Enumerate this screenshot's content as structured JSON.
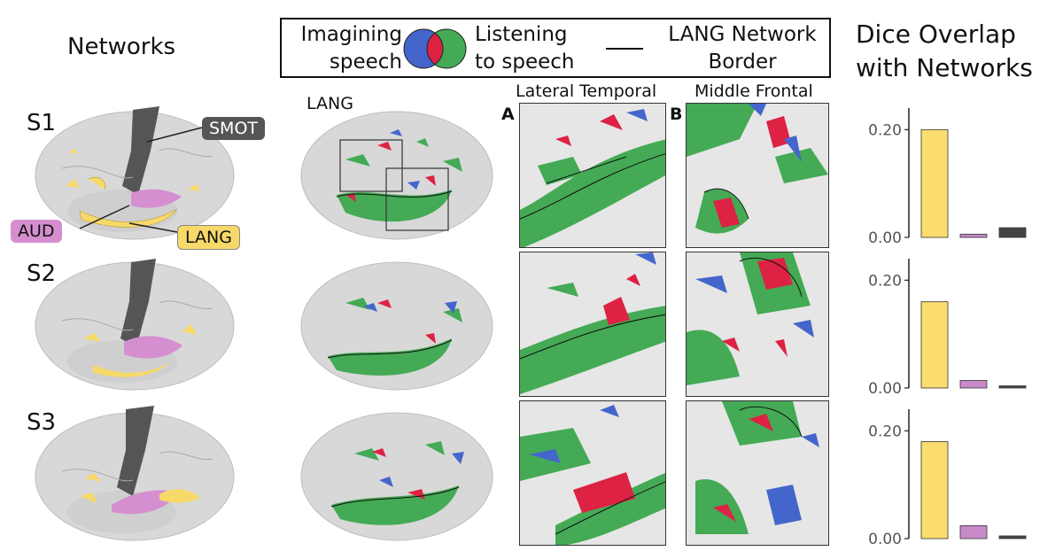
{
  "titles": {
    "networks": "Networks",
    "dice_line1": "Dice Overlap",
    "dice_line2": "with Networks"
  },
  "legend": {
    "imagining_line1": "Imagining",
    "imagining_line2": "speech",
    "listening_line1": "Listening",
    "listening_line2": "to speech",
    "border_line1": "LANG Network",
    "border_line2": "Border",
    "colors": {
      "imagining": "#4466cc",
      "listening": "#44aa55",
      "overlap": "#dd2244"
    }
  },
  "subjects": [
    "S1",
    "S2",
    "S3"
  ],
  "network_labels": {
    "smot": "SMOT",
    "aud": "AUD",
    "lang": "LANG"
  },
  "network_colors": {
    "smot": "#555555",
    "aud": "#d58fd0",
    "lang": "#f7d96a"
  },
  "zoom_label": "LANG",
  "sections": {
    "a_letter": "A",
    "a_title": "Lateral Temporal",
    "b_letter": "B",
    "b_title": "Middle Frontal"
  },
  "chart_data": [
    {
      "type": "bar",
      "subject": "S1",
      "categories": [
        "LANG",
        "AUD",
        "SMOT"
      ],
      "values": [
        0.2,
        0.006,
        0.018
      ],
      "yticks": [
        "0.20",
        "0.00"
      ],
      "ylim": [
        0,
        0.24
      ],
      "colors": [
        "#fbdc6e",
        "#c88ac8",
        "#444444"
      ]
    },
    {
      "type": "bar",
      "subject": "S2",
      "categories": [
        "LANG",
        "AUD",
        "SMOT"
      ],
      "values": [
        0.16,
        0.014,
        0.004
      ],
      "yticks": [
        "0.20",
        "0.00"
      ],
      "ylim": [
        0,
        0.24
      ],
      "colors": [
        "#fbdc6e",
        "#c88ac8",
        "#444444"
      ]
    },
    {
      "type": "bar",
      "subject": "S3",
      "categories": [
        "LANG",
        "AUD",
        "SMOT"
      ],
      "values": [
        0.18,
        0.024,
        0.005
      ],
      "yticks": [
        "0.20",
        "0.00"
      ],
      "ylim": [
        0,
        0.24
      ],
      "colors": [
        "#fbdc6e",
        "#c88ac8",
        "#444444"
      ]
    }
  ]
}
